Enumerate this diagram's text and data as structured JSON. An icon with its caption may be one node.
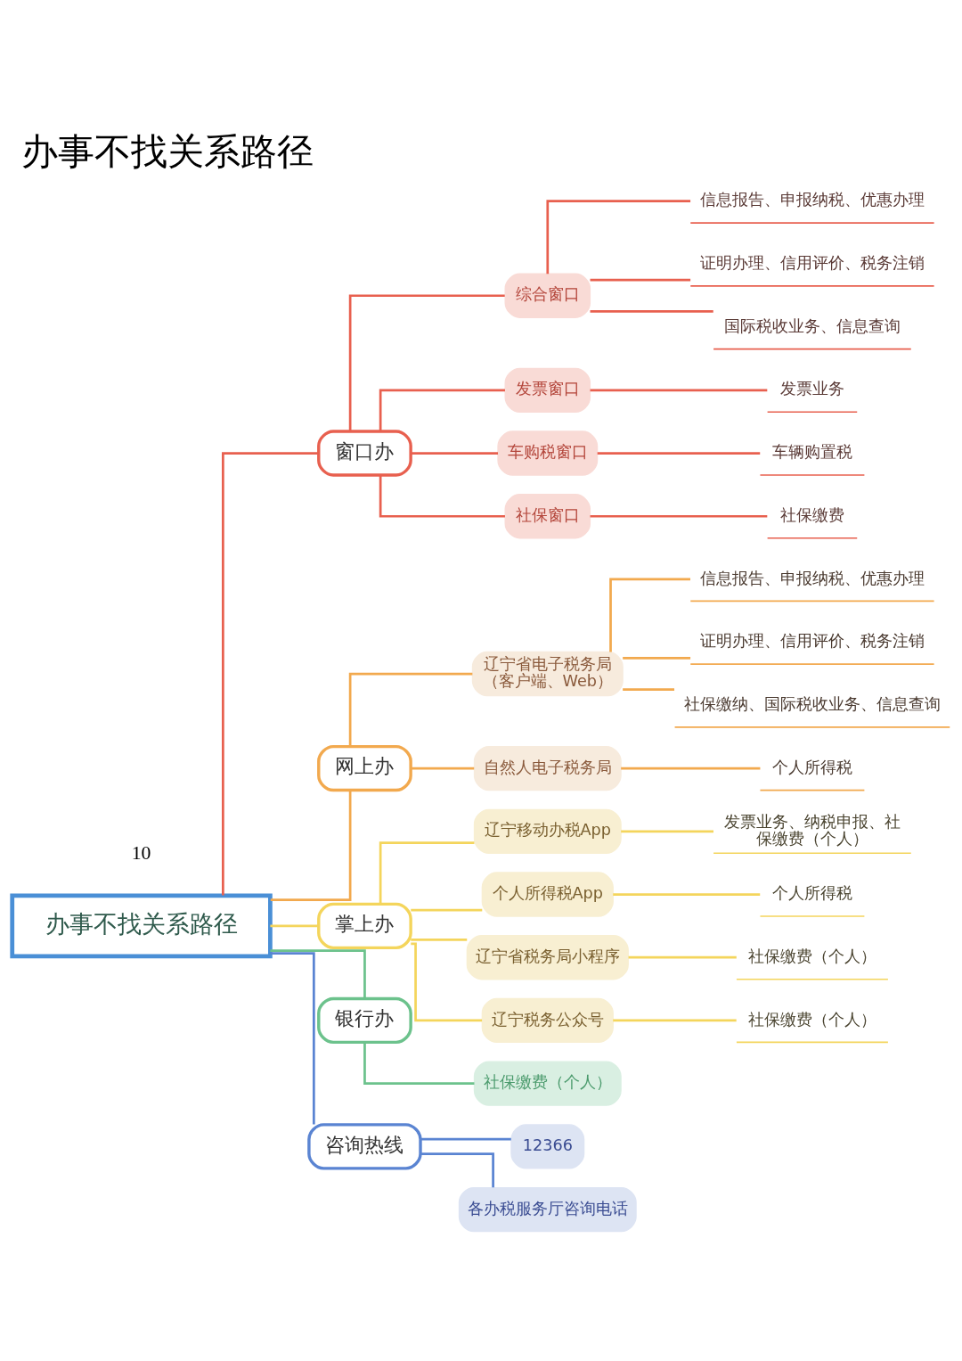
{
  "diagram": {
    "title": "办事不找关系路径",
    "nodes": [
      {
        "text": [
          "办事不找关系路径"
        ]
      },
      {
        "text": [
          "窗口办"
        ]
      },
      {
        "text": [
          "综合窗口"
        ]
      },
      {
        "text": [
          "信息报告、申报纳税、优惠办理"
        ]
      },
      {
        "text": [
          "证明办理、信用评价、税务注销"
        ]
      },
      {
        "text": [
          "国际税收业务、信息查询"
        ]
      },
      {
        "text": [
          "发票窗口"
        ]
      },
      {
        "text": [
          "发票业务"
        ]
      },
      {
        "text": [
          "车购税窗口"
        ]
      },
      {
        "text": [
          "车辆购置税"
        ]
      },
      {
        "text": [
          "社保窗口"
        ]
      },
      {
        "text": [
          "社保缴费"
        ]
      },
      {
        "text": [
          "网上办"
        ]
      },
      {
        "text": [
          "辽宁省电子税务局（客户端、Web）"
        ]
      },
      {
        "text": [
          "信息报告、申报纳税、优惠办理"
        ]
      },
      {
        "text": [
          "证明办理、信用评价、税务注销"
        ]
      },
      {
        "text": [
          "社保缴纳、国际税收业务、信息查询"
        ]
      },
      {
        "text": [
          "自然人电子税务局"
        ]
      },
      {
        "text": [
          "个人所得税"
        ]
      },
      {
        "text": [
          "掌上办"
        ]
      },
      {
        "text": [
          "辽宁移动办税App"
        ]
      },
      {
        "text": [
          "发票业务、纳税申报、社保缴费（个人）"
        ]
      },
      {
        "text": [
          "个人所得税App"
        ]
      },
      {
        "text": [
          "个人所得税"
        ]
      },
      {
        "text": [
          "辽宁省税务局小程序"
        ]
      },
      {
        "text": [
          "社保缴费（个人）"
        ]
      },
      {
        "text": [
          "辽宁税务公众号"
        ]
      },
      {
        "text": [
          "社保缴费（个人）"
        ]
      },
      {
        "text": [
          "银行办"
        ]
      },
      {
        "text": [
          "社保缴费（个人）"
        ]
      },
      {
        "text": [
          "咨询热线"
        ]
      },
      {
        "text": [
          "12366"
        ]
      },
      {
        "text": [
          "各办税服务厅咨询电话"
        ]
      }
    ],
    "edges": [
      {
        "from": 0,
        "to": 1,
        "arrow": "none",
        "color": "#e8604f"
      },
      {
        "from": 1,
        "to": 2,
        "arrow": "none",
        "color": "#e8604f"
      },
      {
        "from": 2,
        "to": 3,
        "arrow": "none",
        "color": "#e8604f"
      },
      {
        "from": 2,
        "to": 4,
        "arrow": "none",
        "color": "#e8604f"
      },
      {
        "from": 2,
        "to": 5,
        "arrow": "none",
        "color": "#e8604f"
      },
      {
        "from": 1,
        "to": 6,
        "arrow": "none",
        "color": "#e8604f"
      },
      {
        "from": 6,
        "to": 7,
        "arrow": "none",
        "color": "#e8604f"
      },
      {
        "from": 1,
        "to": 8,
        "arrow": "none",
        "color": "#e8604f"
      },
      {
        "from": 8,
        "to": 9,
        "arrow": "none",
        "color": "#e8604f"
      },
      {
        "from": 1,
        "to": 10,
        "arrow": "none",
        "color": "#e8604f"
      },
      {
        "from": 10,
        "to": 11,
        "arrow": "none",
        "color": "#e8604f"
      },
      {
        "from": 0,
        "to": 12,
        "arrow": "none",
        "color": "#f2a94e"
      },
      {
        "from": 12,
        "to": 13,
        "arrow": "none",
        "color": "#f2a94e"
      },
      {
        "from": 13,
        "to": 14,
        "arrow": "none",
        "color": "#f2a94e"
      },
      {
        "from": 13,
        "to": 15,
        "arrow": "none",
        "color": "#f2a94e"
      },
      {
        "from": 13,
        "to": 16,
        "arrow": "none",
        "color": "#f2a94e"
      },
      {
        "from": 12,
        "to": 17,
        "arrow": "none",
        "color": "#f2a94e"
      },
      {
        "from": 17,
        "to": 18,
        "arrow": "none",
        "color": "#f2a94e"
      },
      {
        "from": 0,
        "to": 19,
        "arrow": "none",
        "color": "#f4d55c"
      },
      {
        "from": 19,
        "to": 20,
        "arrow": "none",
        "color": "#f4d55c"
      },
      {
        "from": 20,
        "to": 21,
        "arrow": "none",
        "color": "#f4d55c"
      },
      {
        "from": 19,
        "to": 22,
        "arrow": "none",
        "color": "#f4d55c"
      },
      {
        "from": 22,
        "to": 23,
        "arrow": "none",
        "color": "#f4d55c"
      },
      {
        "from": 19,
        "to": 24,
        "arrow": "none",
        "color": "#f4d55c"
      },
      {
        "from": 24,
        "to": 25,
        "arrow": "none",
        "color": "#f4d55c"
      },
      {
        "from": 19,
        "to": 26,
        "arrow": "none",
        "color": "#f4d55c"
      },
      {
        "from": 26,
        "to": 27,
        "arrow": "none",
        "color": "#f4d55c"
      },
      {
        "from": 0,
        "to": 28,
        "arrow": "none",
        "color": "#6cc28c"
      },
      {
        "from": 28,
        "to": 29,
        "arrow": "none",
        "color": "#6cc28c"
      },
      {
        "from": 0,
        "to": 30,
        "arrow": "none",
        "color": "#5a84d2"
      },
      {
        "from": 30,
        "to": 31,
        "arrow": "none",
        "color": "#5a84d2"
      },
      {
        "from": 30,
        "to": 32,
        "arrow": "none",
        "color": "#5a84d2"
      }
    ],
    "labels": [
      "10"
    ]
  }
}
